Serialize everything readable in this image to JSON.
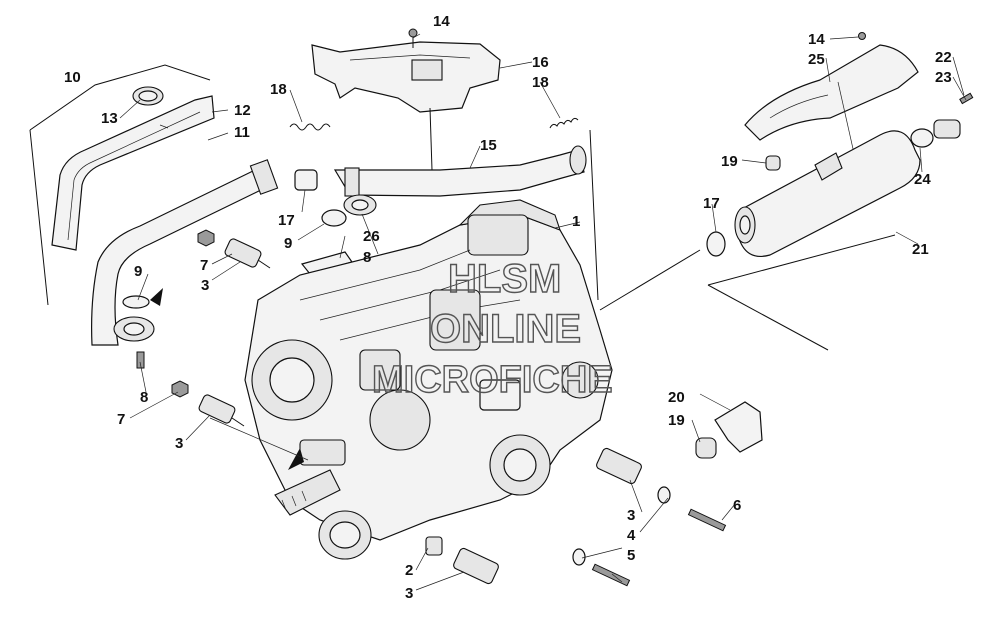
{
  "diagram": {
    "watermark": [
      "HLSM",
      "ONLINE",
      "MICROFICHE"
    ],
    "callouts": [
      {
        "label": "1"
      },
      {
        "label": "2"
      },
      {
        "label": "3"
      },
      {
        "label": "3"
      },
      {
        "label": "3"
      },
      {
        "label": "3"
      },
      {
        "label": "4"
      },
      {
        "label": "5"
      },
      {
        "label": "6"
      },
      {
        "label": "7"
      },
      {
        "label": "7"
      },
      {
        "label": "8"
      },
      {
        "label": "8"
      },
      {
        "label": "9"
      },
      {
        "label": "9"
      },
      {
        "label": "10"
      },
      {
        "label": "11"
      },
      {
        "label": "12"
      },
      {
        "label": "13"
      },
      {
        "label": "14"
      },
      {
        "label": "14"
      },
      {
        "label": "15"
      },
      {
        "label": "16"
      },
      {
        "label": "17"
      },
      {
        "label": "17"
      },
      {
        "label": "18"
      },
      {
        "label": "18"
      },
      {
        "label": "19"
      },
      {
        "label": "19"
      },
      {
        "label": "20"
      },
      {
        "label": "21"
      },
      {
        "label": "22"
      },
      {
        "label": "23"
      },
      {
        "label": "24"
      },
      {
        "label": "25"
      },
      {
        "label": "26"
      }
    ]
  }
}
